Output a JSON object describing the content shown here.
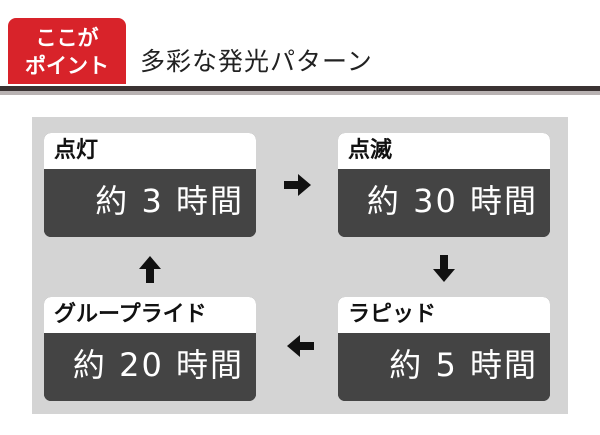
{
  "header": {
    "badge_line1": "ここが",
    "badge_line2": "ポイント",
    "title": "多彩な発光パターン"
  },
  "cards": [
    {
      "label": "点灯",
      "value": "約 3 時間"
    },
    {
      "label": "点滅",
      "value": "約 30 時間"
    },
    {
      "label": "ラピッド",
      "value": "約 5 時間"
    },
    {
      "label": "グループライド",
      "value": "約 20 時間"
    }
  ],
  "colors": {
    "badge": "#d8232a",
    "card_dark": "#444444",
    "panel": "#d4d4d4"
  },
  "icons": [
    "arrow-right-icon",
    "arrow-down-icon",
    "arrow-left-icon",
    "arrow-up-icon"
  ]
}
